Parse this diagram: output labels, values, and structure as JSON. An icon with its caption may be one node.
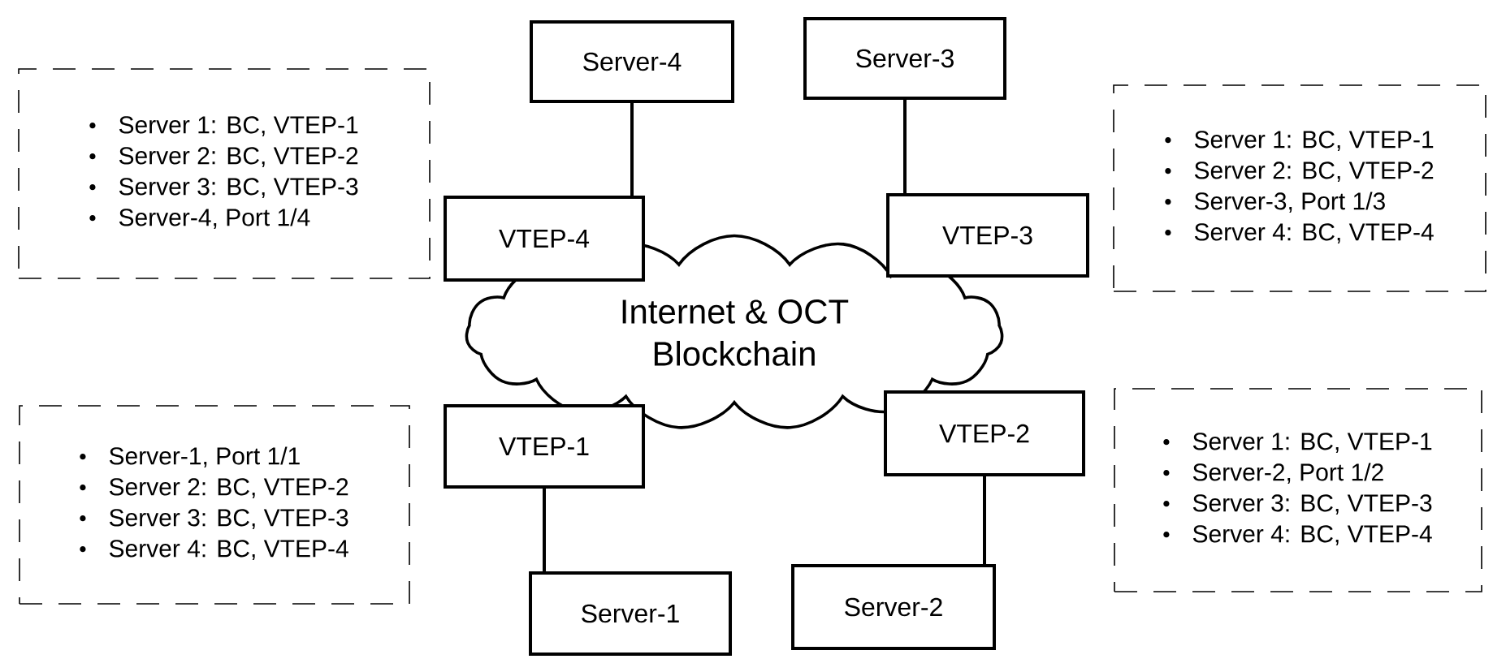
{
  "diagram": {
    "nodes": [
      {
        "text": [
          "Server 1: BC, VTEP-1",
          "Server 2: BC, VTEP-2",
          "Server 3: BC, VTEP-3",
          "Server-4, Port 1/4"
        ]
      },
      {
        "text": [
          "Server-4"
        ]
      },
      {
        "text": [
          "Server-3"
        ]
      },
      {
        "text": [
          "Server 1: BC, VTEP-1",
          "Server 2: BC, VTEP-2",
          "Server-3, Port 1/3",
          "Server 4: BC, VTEP-4"
        ]
      },
      {
        "text": [
          "VTEP-4"
        ]
      },
      {
        "text": [
          "VTEP-3"
        ]
      },
      {
        "text": [
          "Internet & OCT Blockchain"
        ]
      },
      {
        "text": [
          "Server-1, Port 1/1",
          "Server 2: BC, VTEP-2",
          "Server 3: BC, VTEP-3",
          "Server 4: BC, VTEP-4"
        ]
      },
      {
        "text": [
          "VTEP-1"
        ]
      },
      {
        "text": [
          "VTEP-2"
        ]
      },
      {
        "text": [
          "Server 1: BC, VTEP-1",
          "Server-2, Port 1/2",
          "Server 3: BC, VTEP-3",
          "Server 4: BC, VTEP-4"
        ]
      },
      {
        "text": [
          "Server-1"
        ]
      },
      {
        "text": [
          "Server-2"
        ]
      }
    ],
    "edges": [
      {
        "from": 1,
        "to": 4,
        "arrow": "none"
      },
      {
        "from": 2,
        "to": 5,
        "arrow": "none"
      },
      {
        "from": 8,
        "to": 11,
        "arrow": "none"
      },
      {
        "from": 9,
        "to": 12,
        "arrow": "none"
      }
    ]
  }
}
